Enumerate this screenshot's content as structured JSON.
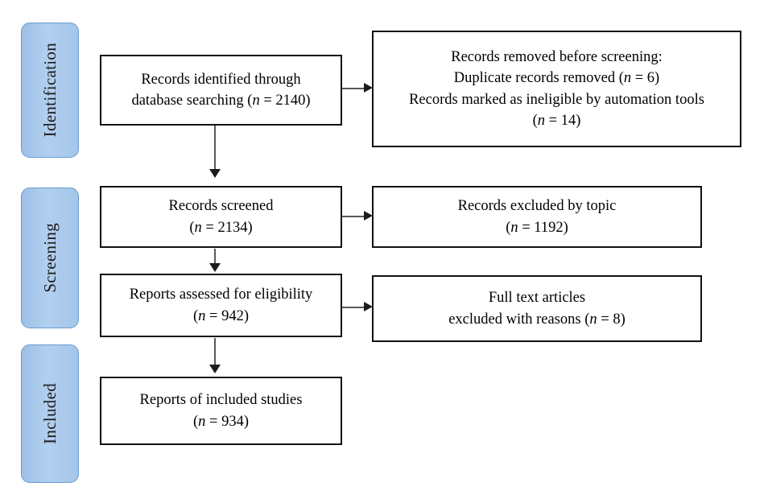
{
  "diagram": {
    "type": "prisma-flow-diagram",
    "stages": [
      {
        "id": "identification",
        "label": "Identification"
      },
      {
        "id": "screening",
        "label": "Screening"
      },
      {
        "id": "included",
        "label": "Included"
      }
    ],
    "boxes": {
      "records_identified": {
        "lines": [
          "Records identified through",
          "database searching (n = 2140)"
        ],
        "count": 2140
      },
      "records_removed": {
        "lines": [
          "Records removed before screening:",
          "Duplicate records removed (n = 6)",
          "Records marked as ineligible by automation tools",
          "(n = 14)"
        ],
        "duplicates_removed": 6,
        "ineligible_by_automation": 14
      },
      "records_screened": {
        "lines": [
          "Records screened",
          "(n = 2134)"
        ],
        "count": 2134
      },
      "records_excluded": {
        "lines": [
          "Records excluded by topic",
          "(n = 1192)"
        ],
        "count": 1192
      },
      "reports_assessed": {
        "lines": [
          "Reports assessed for eligibility",
          "(n = 942)"
        ],
        "count": 942
      },
      "full_text_excluded": {
        "lines": [
          "Full text articles",
          "excluded with reasons (n = 8)"
        ],
        "count": 8
      },
      "reports_included": {
        "lines": [
          "Reports of included studies",
          "(n = 934)"
        ],
        "count": 934
      }
    },
    "colors": {
      "stage_fill": "#a8c6e8",
      "stage_border": "#6a9bd1",
      "box_border": "#111111",
      "connector": "#595959",
      "background": "#ffffff",
      "text": "#000000"
    }
  }
}
